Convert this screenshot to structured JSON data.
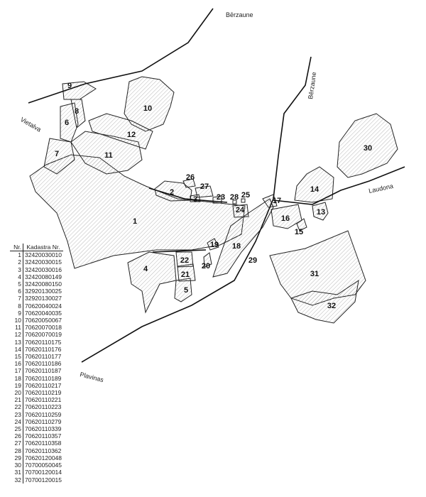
{
  "places": {
    "berzaune_top": "Bērzaune",
    "berzaune_road": "Bērzaune",
    "vietalva": "Vietalva",
    "laudona": "Laudona",
    "plavinas": "Plavinas"
  },
  "legend": {
    "col_nr": "Nr.",
    "col_kad": "Kadastra Nr.",
    "rows": [
      [
        "1",
        "32420030010"
      ],
      [
        "2",
        "32420030015"
      ],
      [
        "3",
        "32420030016"
      ],
      [
        "4",
        "32420080149"
      ],
      [
        "5",
        "32420080150"
      ],
      [
        "6",
        "32920130025"
      ],
      [
        "7",
        "32920130027"
      ],
      [
        "8",
        "70620040024"
      ],
      [
        "9",
        "70620040035"
      ],
      [
        "10",
        "70620050067"
      ],
      [
        "11",
        "70620070018"
      ],
      [
        "12",
        "70620070019"
      ],
      [
        "13",
        "70620110175"
      ],
      [
        "14",
        "70620110176"
      ],
      [
        "15",
        "70620110177"
      ],
      [
        "16",
        "70620110186"
      ],
      [
        "17",
        "70620110187"
      ],
      [
        "18",
        "70620110189"
      ],
      [
        "19",
        "70620110217"
      ],
      [
        "20",
        "70620110219"
      ],
      [
        "21",
        "70620110221"
      ],
      [
        "22",
        "70620110223"
      ],
      [
        "23",
        "70620110259"
      ],
      [
        "24",
        "70620110279"
      ],
      [
        "25",
        "70620110339"
      ],
      [
        "26",
        "70620110357"
      ],
      [
        "27",
        "70620110358"
      ],
      [
        "28",
        "70620110362"
      ],
      [
        "29",
        "70620120048"
      ],
      [
        "30",
        "70700050045"
      ],
      [
        "31",
        "70700120014"
      ],
      [
        "32",
        "70700120015"
      ]
    ]
  },
  "parcel_labels": [
    "1",
    "2",
    "3",
    "4",
    "5",
    "6",
    "7",
    "8",
    "9",
    "10",
    "11",
    "12",
    "13",
    "14",
    "15",
    "16",
    "17",
    "18",
    "19",
    "20",
    "21",
    "22",
    "23",
    "24",
    "25",
    "26",
    "27",
    "28",
    "29",
    "30",
    "31",
    "32"
  ]
}
